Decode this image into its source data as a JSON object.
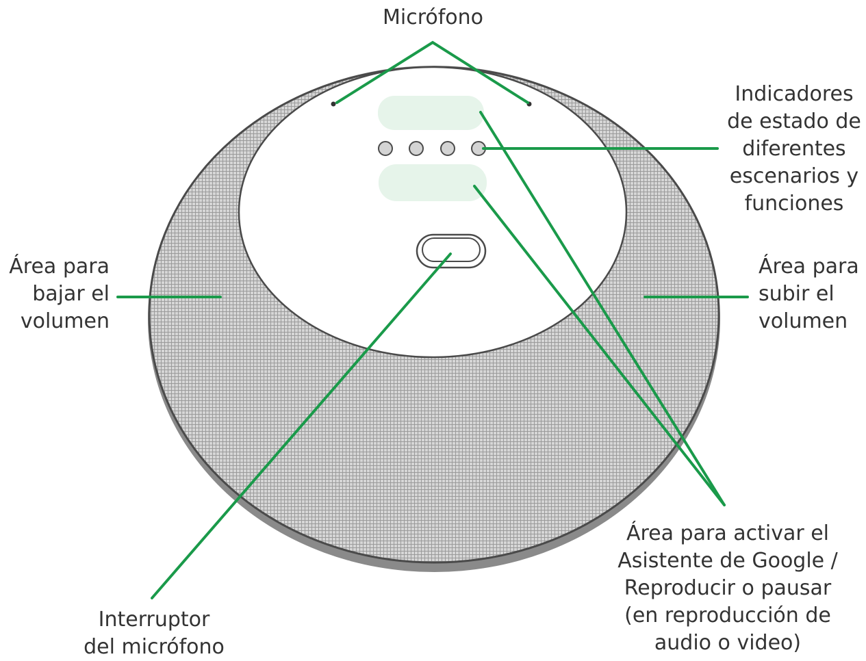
{
  "colors": {
    "leader": "#1a9a4a",
    "accent_zone": "#e6f4ea",
    "outline": "#4a4a4a",
    "fabric": "#bdbdbd",
    "text": "#333333"
  },
  "labels": {
    "microphone": [
      "Micrófono"
    ],
    "status_indicators": [
      "Indicadores",
      "de estado de",
      "diferentes",
      "escenarios y",
      "funciones"
    ],
    "volume_down": [
      "Área para",
      "bajar el",
      "volumen"
    ],
    "volume_up": [
      "Área para",
      "subir el",
      "volumen"
    ],
    "mic_switch": [
      "Interruptor",
      "del micrófono"
    ],
    "assistant_area": [
      "Área para activar el",
      "Asistente de Google /",
      "Reproducir o pausar",
      "(en reproducción de",
      "audio o video)"
    ]
  },
  "icons": {
    "device": "smart-speaker-top-view",
    "mic_holes": "microphone-hole-icon",
    "status_leds": "status-led-icon",
    "switch": "mic-switch-icon"
  }
}
